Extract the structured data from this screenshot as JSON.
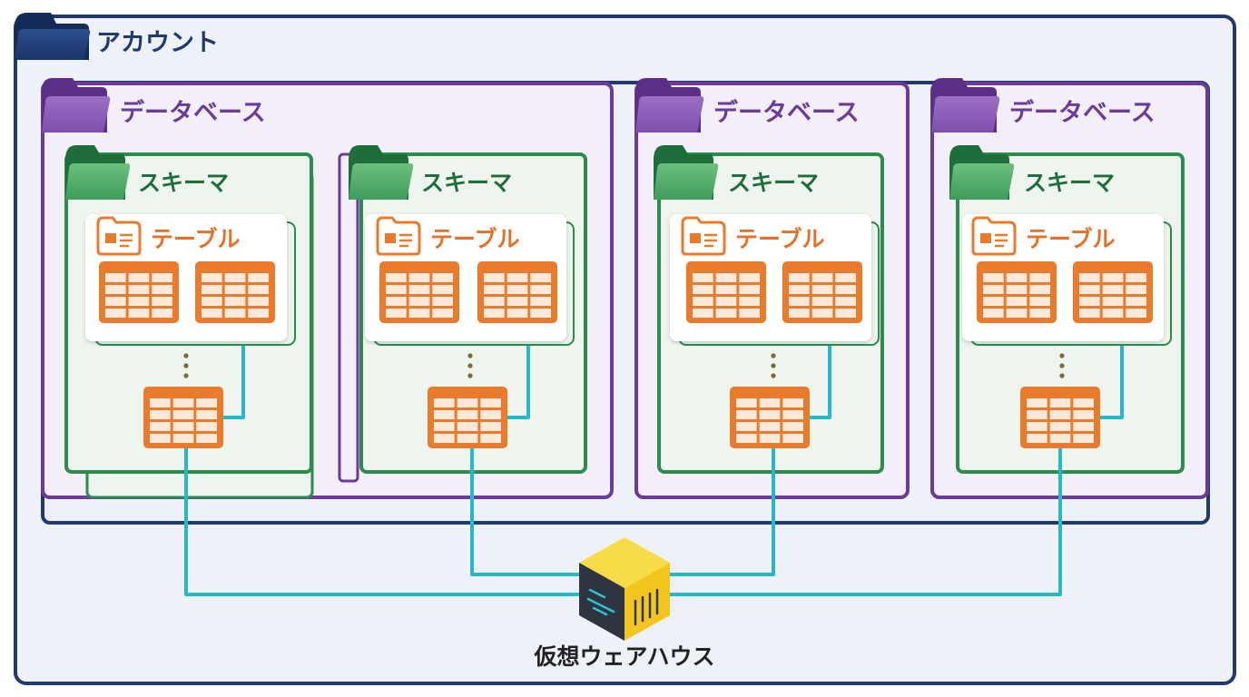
{
  "account": {
    "label": "アカウント"
  },
  "database_label": "データベース",
  "schema_label": "スキーマ",
  "table_label": "テーブル",
  "warehouse": {
    "label": "仮想ウェアハウス"
  },
  "colors": {
    "account": "#1e3a6e",
    "database": "#6b3a9a",
    "database_fill": "#f3eef7",
    "schema": "#2e8b4e",
    "schema_fill": "#eef5ef",
    "table": "#ea7a2c",
    "connector": "#27b8c8",
    "warehouse_cube": "#f2cf2a",
    "background": "#eef1f7"
  },
  "icons": {
    "account": "folder-icon",
    "database": "folder-icon",
    "schema": "folder-icon",
    "table": "table-folder-icon",
    "warehouse": "cube-icon"
  }
}
